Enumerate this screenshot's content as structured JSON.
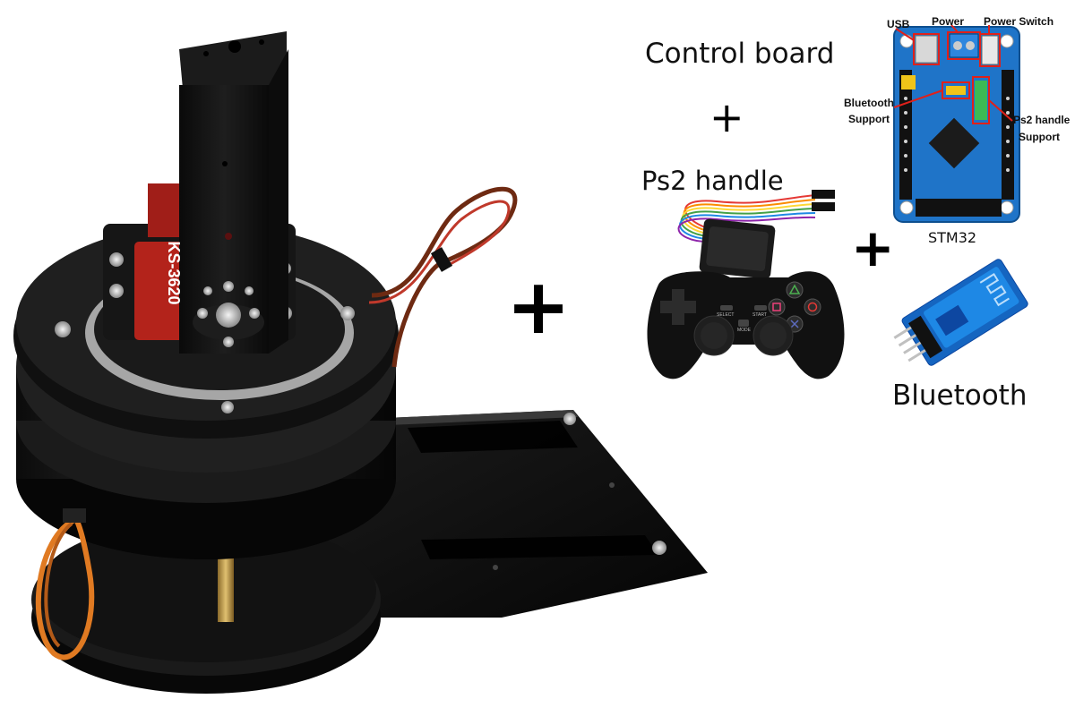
{
  "servo_label": "KS-3620",
  "labels": {
    "control_board": "Control board",
    "ps2_handle": "Ps2 handle",
    "bluetooth": "Bluetooth",
    "stm32": "STM32"
  },
  "plus_sign": "+",
  "board_callouts": {
    "usb": "USB",
    "power": "Power",
    "power_switch": "Power Switch",
    "bluetooth_support_line1": "Bluetooth",
    "bluetooth_support_line2": "Support",
    "ps2_support_line1": "Ps2 handle",
    "ps2_support_line2": "Support"
  },
  "controller_buttons": {
    "select": "SELECT",
    "start": "START",
    "mode": "MODE"
  },
  "colors": {
    "metal_black": "#141414",
    "servo_red": "#b3231b",
    "board_blue": "#1f74c8",
    "wire_brown": "#6e2a12",
    "wire_orange": "#e07a22",
    "callout_red": "#e0201a"
  }
}
